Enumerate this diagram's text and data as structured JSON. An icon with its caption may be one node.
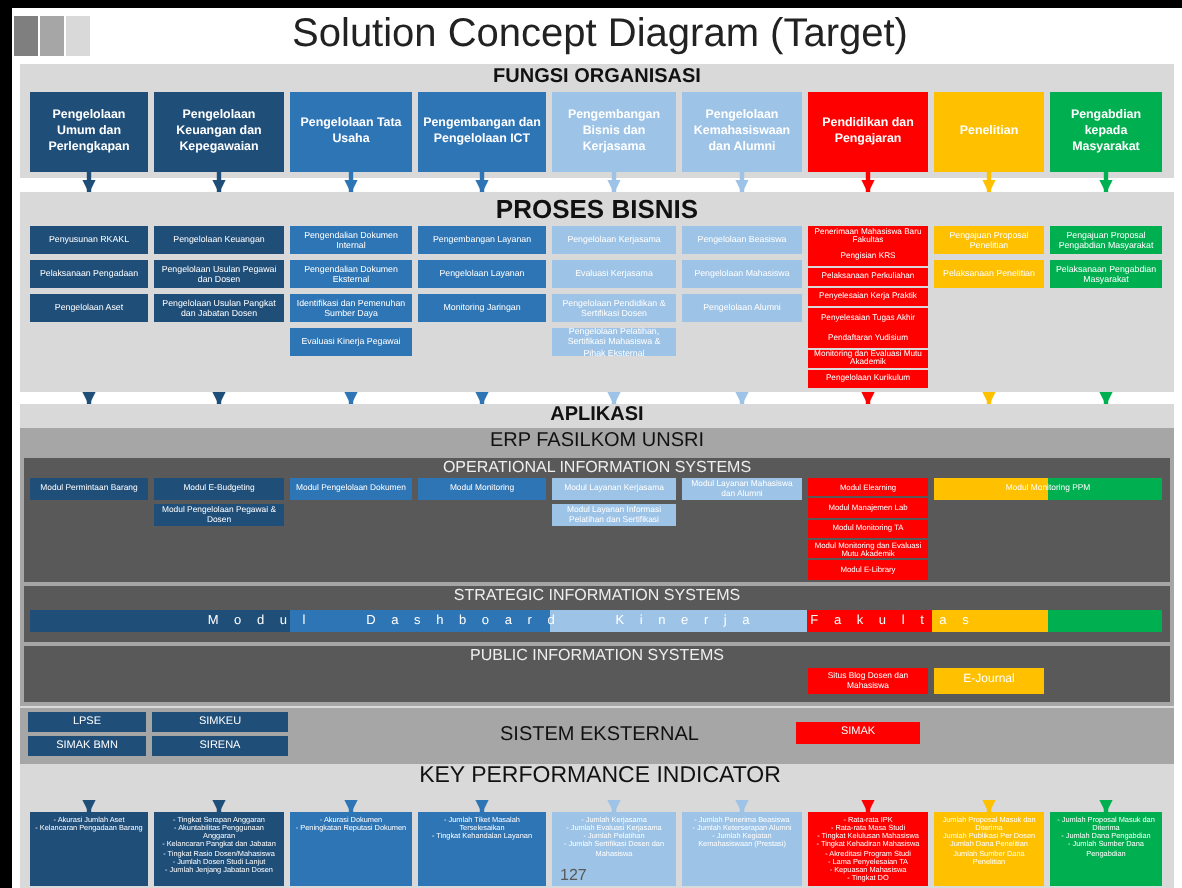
{
  "diagram": {
    "title": "Solution Concept Diagram (Target)",
    "nodes": [
      {
        "text": [
          "Pengelolaan Umum dan Perlengkapan"
        ]
      },
      {
        "text": [
          "Pengelolaan Keuangan dan Kepegawaian"
        ]
      },
      {
        "text": [
          "Pengelolaan Tata Usaha"
        ]
      },
      {
        "text": [
          "Pengembangan dan Pengelolaan ICT"
        ]
      },
      {
        "text": [
          "Pengembangan Bisnis dan Kerjasama"
        ]
      },
      {
        "text": [
          "Pengelolaan Kemahasiswaan dan Alumni"
        ]
      },
      {
        "text": [
          "Pendidikan dan Pengajaran"
        ]
      },
      {
        "text": [
          "Penelitian"
        ]
      },
      {
        "text": [
          "Pengabdian kepada Masyarakat"
        ]
      },
      {
        "text": [
          "PROSES BISNIS"
        ]
      },
      {
        "text": [
          "Penyusunan RKAKL"
        ],
        "in": 9
      },
      {
        "text": [
          "Pelaksanaan Pengadaan"
        ],
        "in": 9
      },
      {
        "text": [
          "Pengelolaan Aset"
        ],
        "in": 9
      },
      {
        "text": [
          "Pengelolaan Keuangan"
        ],
        "in": 9
      },
      {
        "text": [
          "Pengelolaan Usulan Pegawai dan Dosen"
        ],
        "in": 9
      },
      {
        "text": [
          "Pengelolaan Usulan Pangkat dan Jabatan Dosen"
        ],
        "in": 9
      },
      {
        "text": [
          "Pengendalian Dokumen Internal"
        ],
        "in": 9
      },
      {
        "text": [
          "Pengendalian Dokumen Eksternal"
        ],
        "in": 9
      },
      {
        "text": [
          "Identifikasi dan Pemenuhan Sumber Daya"
        ],
        "in": 9
      },
      {
        "text": [
          "Evaluasi Kinerja Pegawai"
        ],
        "in": 9
      },
      {
        "text": [
          "Pengembangan Layanan"
        ],
        "in": 9
      },
      {
        "text": [
          "Pengelolaan Layanan"
        ],
        "in": 9
      },
      {
        "text": [
          "Monitoring Jaringan"
        ],
        "in": 9
      },
      {
        "text": [
          "Pengelolaan Kerjasama"
        ],
        "in": 9
      },
      {
        "text": [
          "Evaluasi Kerjasama"
        ],
        "in": 9
      },
      {
        "text": [
          "Pengelolaan Pendidikan & Sertifikasi Dosen"
        ],
        "in": 9
      },
      {
        "text": [
          "Pengelolaan Pelatihan, Sertifikasi Mahasiswa & Pihak Eksternal"
        ],
        "in": 9
      },
      {
        "text": [
          "Pengelolaan Beasiswa"
        ],
        "in": 9
      },
      {
        "text": [
          "Pengelolaan Mahasiswa"
        ],
        "in": 9
      },
      {
        "text": [
          "Pengelolaan Alumni"
        ],
        "in": 9
      },
      {
        "text": [
          "Penerimaan Mahasiswa Baru Fakultas"
        ],
        "in": 9
      },
      {
        "text": [
          "Pengisian KRS"
        ],
        "in": 9
      },
      {
        "text": [
          "Pelaksanaan Perkuliahan"
        ],
        "in": 9
      },
      {
        "text": [
          "Penyelesaian Kerja Praktik"
        ],
        "in": 9
      },
      {
        "text": [
          "Penyelesaian Tugas Akhir"
        ],
        "in": 9
      },
      {
        "text": [
          "Pendaftaran Yudisium"
        ],
        "in": 9
      },
      {
        "text": [
          "Monitoring dan Evaluasi Mutu Akademik"
        ],
        "in": 9
      },
      {
        "text": [
          "Pengelolaan Kurikulum"
        ],
        "in": 9
      },
      {
        "text": [
          "Pengajuan Proposal Penelitian"
        ],
        "in": 9
      },
      {
        "text": [
          "Pelaksanaan Penelitian"
        ],
        "in": 9
      },
      {
        "text": [
          "Pengajuan Proposal Pengabdian Masyarakat"
        ],
        "in": 9
      },
      {
        "text": [
          "Pelaksanaan Pengabdian Masyarakat"
        ],
        "in": 9
      },
      {
        "text": [
          "APLIKASI"
        ]
      },
      {
        "text": [
          "ERP FASILKOM UNSRI"
        ],
        "in": 42
      },
      {
        "text": [
          "OPERATIONAL INFORMATION SYSTEMS"
        ],
        "in": 43
      },
      {
        "text": [
          "Modul Permintaan Barang"
        ],
        "in": 44
      },
      {
        "text": [
          "Modul E-Budgeting"
        ],
        "in": 44
      },
      {
        "text": [
          "Modul Pengelolaan Pegawai & Dosen"
        ],
        "in": 44
      },
      {
        "text": [
          "Modul Pengelolaan Dokumen"
        ],
        "in": 44
      },
      {
        "text": [
          "Modul Monitoring"
        ],
        "in": 44
      },
      {
        "text": [
          "Modul Layanan Kerjasama"
        ],
        "in": 44
      },
      {
        "text": [
          "Modul Layanan Informasi Pelatihan dan Sertifikasi"
        ],
        "in": 44
      },
      {
        "text": [
          "Modul Layanan Mahasiswa dan Alumni"
        ],
        "in": 44
      },
      {
        "text": [
          "Modul Elearning"
        ],
        "in": 44
      },
      {
        "text": [
          "Modul Manajemen Lab"
        ],
        "in": 44
      },
      {
        "text": [
          "Modul Monitoring TA"
        ],
        "in": 44
      },
      {
        "text": [
          "Modul Monitoring dan Evaluasi Mutu Akademik"
        ],
        "in": 44
      },
      {
        "text": [
          "Modul E-Library"
        ],
        "in": 44
      },
      {
        "text": [
          "Modul Monitoring PPM"
        ],
        "in": 44
      },
      {
        "text": [
          "STRATEGIC INFORMATION SYSTEMS"
        ],
        "in": 43
      },
      {
        "text": [
          "Modul Dashboard Kinerja Fakultas"
        ],
        "in": 59
      },
      {
        "text": [
          "PUBLIC INFORMATION SYSTEMS"
        ],
        "in": 43
      },
      {
        "text": [
          "Situs Blog Dosen dan Mahasiswa"
        ],
        "in": 61
      },
      {
        "text": [
          "E-Journal"
        ],
        "in": 61
      },
      {
        "text": [
          "SISTEM EKSTERNAL"
        ]
      },
      {
        "text": [
          "LPSE"
        ],
        "in": 64
      },
      {
        "text": [
          "SIMKEU"
        ],
        "in": 64
      },
      {
        "text": [
          "SIMAK BMN"
        ],
        "in": 64
      },
      {
        "text": [
          "SIRENA"
        ],
        "in": 64
      },
      {
        "text": [
          "SIMAK"
        ],
        "in": 64
      },
      {
        "text": [
          "- Akurasi Jumlah Aset",
          "- Kelancaran Pengadaan Barang"
        ]
      },
      {
        "text": [
          "- Tingkat Serapan Anggaran",
          "- Akuntabilitas Penggunaan Anggaran",
          "- Kelancaran Pangkat dan Jabatan",
          "- Tingkat Rasio Dosen/Mahasiswa",
          "- Jumlah Dosen Studi Lanjut",
          "- Jumlah Jenjang Jabatan Dosen"
        ]
      },
      {
        "text": [
          "- Akurasi Dokumen",
          "- Peningkatan Reputasi Dokumen"
        ]
      },
      {
        "text": [
          "- Jumlah Tiket Masalah Terselesaikan",
          "- Tingkat Kehandalan Layanan"
        ]
      },
      {
        "text": [
          "- Jumlah Kerjasama",
          "- Jumlah Evaluasi Kerjasama",
          "- Jumlah Pelatihan",
          "- Jumlah Sertifikasi Dosen dan Mahasiswa"
        ]
      },
      {
        "text": [
          "- Jumlah Penerima Beasiswa",
          "- Jumlah Keterserapan Alumni",
          "- Jumlah Kegiatan Kemahasiswaan (Prestasi)"
        ]
      },
      {
        "text": [
          "- Rata-rata IPK",
          "- Rata-rata Masa Studi",
          "- Tingkat Kelulusan Mahasiswa",
          "- Tingkat Kehadiran Mahasiswa",
          "- Akreditasi Program Studi",
          "- Lama Penyelesaian TA",
          "- Kepuasan Mahasiswa",
          "- Tingkat DO"
        ]
      },
      {
        "text": [
          "Jumlah Proposal Masuk dan Diterima",
          "Jumlah Publikasi Per Dosen",
          "Jumlah Dana Penelitian",
          "Jumlah Sumber Dana Penelitian"
        ]
      },
      {
        "text": [
          "- Jumlah Proposal Masuk dan Diterima",
          "- Jumlah Dana Pengabdian",
          "- Jumlah Sumber Dana Pengabdian"
        ]
      }
    ],
    "edges": [
      {
        "from": 0,
        "to": 9,
        "arrow": "to",
        "color": "#1f4e79"
      },
      {
        "from": 1,
        "to": 9,
        "arrow": "to",
        "color": "#1f4e79"
      },
      {
        "from": 2,
        "to": 9,
        "arrow": "to",
        "color": "#2e75b6"
      },
      {
        "from": 3,
        "to": 9,
        "arrow": "to",
        "color": "#2e75b6"
      },
      {
        "from": 4,
        "to": 9,
        "arrow": "to",
        "color": "#9dc3e6"
      },
      {
        "from": 5,
        "to": 9,
        "arrow": "to",
        "color": "#9dc3e6"
      },
      {
        "from": 6,
        "to": 9,
        "arrow": "to",
        "color": "#ff0000"
      },
      {
        "from": 7,
        "to": 9,
        "arrow": "to",
        "color": "#ffc000"
      },
      {
        "from": 8,
        "to": 9,
        "arrow": "to",
        "color": "#00b050"
      },
      {
        "from": 12,
        "to": 42,
        "arrow": "to",
        "color": "#1f4e79"
      },
      {
        "from": 15,
        "to": 42,
        "arrow": "to",
        "color": "#1f4e79"
      },
      {
        "from": 19,
        "to": 42,
        "arrow": "to",
        "color": "#2e75b6"
      },
      {
        "from": 22,
        "to": 42,
        "arrow": "to",
        "color": "#2e75b6"
      },
      {
        "from": 26,
        "to": 42,
        "arrow": "to",
        "color": "#9dc3e6"
      },
      {
        "from": 29,
        "to": 42,
        "arrow": "to",
        "color": "#9dc3e6"
      },
      {
        "from": 37,
        "to": 42,
        "arrow": "to",
        "color": "#ff0000"
      },
      {
        "from": 39,
        "to": 42,
        "arrow": "to",
        "color": "#ffc000"
      },
      {
        "from": 41,
        "to": 42,
        "arrow": "to",
        "color": "#00b050"
      },
      {
        "from": null,
        "to": 70,
        "arrow": "to",
        "color": "#1f4e79"
      },
      {
        "from": null,
        "to": 71,
        "arrow": "to",
        "color": "#1f4e79"
      },
      {
        "from": null,
        "to": 72,
        "arrow": "to",
        "color": "#2e75b6"
      },
      {
        "from": null,
        "to": 73,
        "arrow": "to",
        "color": "#2e75b6"
      },
      {
        "from": null,
        "to": 74,
        "arrow": "to",
        "color": "#9dc3e6"
      },
      {
        "from": null,
        "to": 75,
        "arrow": "to",
        "color": "#9dc3e6"
      },
      {
        "from": null,
        "to": 76,
        "arrow": "to",
        "color": "#ff0000"
      },
      {
        "from": null,
        "to": 77,
        "arrow": "to",
        "color": "#ffc000"
      },
      {
        "from": null,
        "to": 78,
        "arrow": "to",
        "color": "#00b050"
      }
    ],
    "labels": [
      "FUNGSI ORGANISASI",
      "KEY PERFORMANCE INDICATOR",
      "127"
    ]
  }
}
